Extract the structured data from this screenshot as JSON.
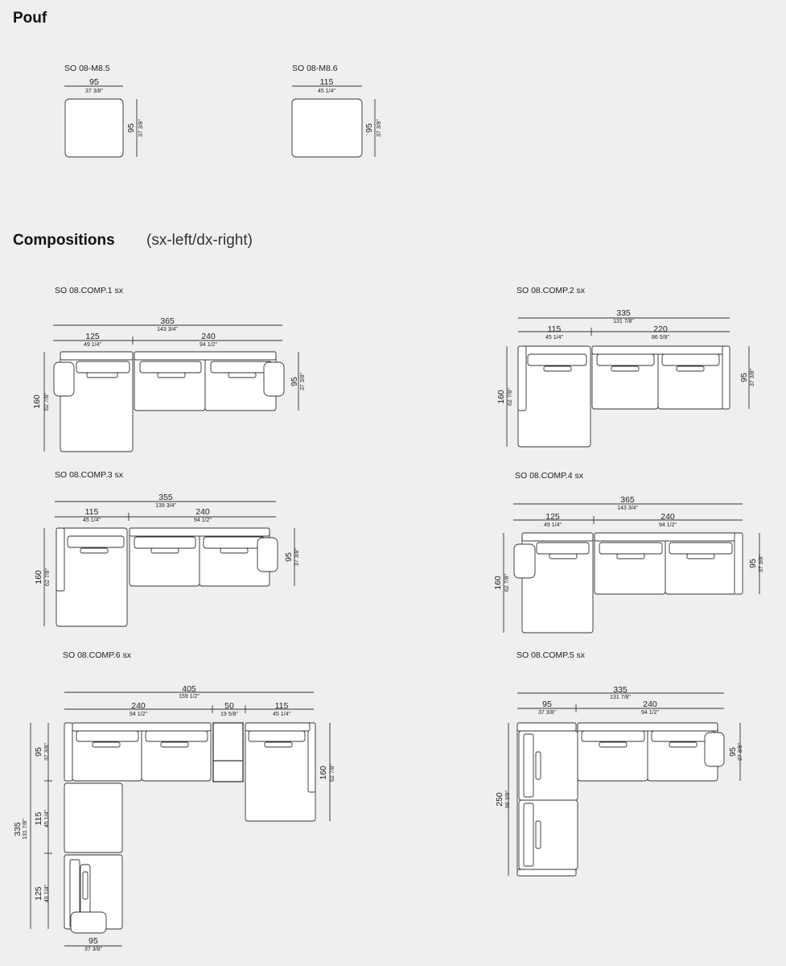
{
  "sections": {
    "pouf_title": "Pouf",
    "compositions_title": "Compositions",
    "compositions_note": "(sx-left/dx-right)"
  },
  "pouf": [
    {
      "code": "SO 08-M8.5",
      "width_cm": "95",
      "width_in": "37 3/8\"",
      "depth_cm": "95",
      "depth_in": "37 3/8\""
    },
    {
      "code": "SO 08-M8.6",
      "width_cm": "115",
      "width_in": "45 1/4\"",
      "depth_cm": "95",
      "depth_in": "37 3/8\""
    }
  ],
  "compositions": {
    "comp1": {
      "code": "SO 08.COMP.1 sx",
      "total_cm": "365",
      "total_in": "143 3/4\"",
      "seg1_cm": "125",
      "seg1_in": "49 1/4\"",
      "seg2_cm": "240",
      "seg2_in": "94 1/2\"",
      "depth_cm": "160",
      "depth_in": "62 7/8\"",
      "back_cm": "95",
      "back_in": "37 3/8\""
    },
    "comp2": {
      "code": "SO 08.COMP.2 sx",
      "total_cm": "335",
      "total_in": "131 7/8\"",
      "seg1_cm": "115",
      "seg1_in": "45 1/4\"",
      "seg2_cm": "220",
      "seg2_in": "86 5/8\"",
      "depth_cm": "160",
      "depth_in": "62 7/8\"",
      "back_cm": "95",
      "back_in": "37 3/8\""
    },
    "comp3": {
      "code": "SO 08.COMP.3 sx",
      "total_cm": "355",
      "total_in": "139 3/4\"",
      "seg1_cm": "115",
      "seg1_in": "45 1/4\"",
      "seg2_cm": "240",
      "seg2_in": "94 1/2\"",
      "depth_cm": "160",
      "depth_in": "62 7/8\"",
      "back_cm": "95",
      "back_in": "37 3/8\""
    },
    "comp4": {
      "code": "SO 08.COMP.4 sx",
      "total_cm": "365",
      "total_in": "143 3/4\"",
      "seg1_cm": "125",
      "seg1_in": "49 1/4\"",
      "seg2_cm": "240",
      "seg2_in": "94 1/2\"",
      "depth_cm": "160",
      "depth_in": "62 7/8\"",
      "back_cm": "95",
      "back_in": "37 3/8\""
    },
    "comp6": {
      "code": "SO 08.COMP.6 sx",
      "total_cm": "405",
      "total_in": "159 1/2\"",
      "seg1_cm": "240",
      "seg1_in": "94 1/2\"",
      "seg2_cm": "50",
      "seg2_in": "19 5/8\"",
      "seg3_cm": "115",
      "seg3_in": "45 1/4\"",
      "left1_cm": "95",
      "left1_in": "37 3/8\"",
      "left2_cm": "115",
      "left2_in": "45 1/4\"",
      "left3_cm": "125",
      "left3_in": "49 1/4\"",
      "leftTotal_cm": "335",
      "leftTotal_in": "131 7/8\"",
      "right_cm": "160",
      "right_in": "62 7/8\"",
      "bottom_cm": "95",
      "bottom_in": "37 3/8\""
    },
    "comp5": {
      "code": "SO 08.COMP.5 sx",
      "total_cm": "335",
      "total_in": "131 7/8\"",
      "seg1_cm": "95",
      "seg1_in": "37 3/8\"",
      "seg2_cm": "240",
      "seg2_in": "94 1/2\"",
      "depth_cm": "250",
      "depth_in": "98 3/8\"",
      "back_cm": "95",
      "back_in": "37 3/8\""
    }
  },
  "colors": {
    "background": "#efefef",
    "line": "#333333",
    "fill": "#ffffff"
  }
}
